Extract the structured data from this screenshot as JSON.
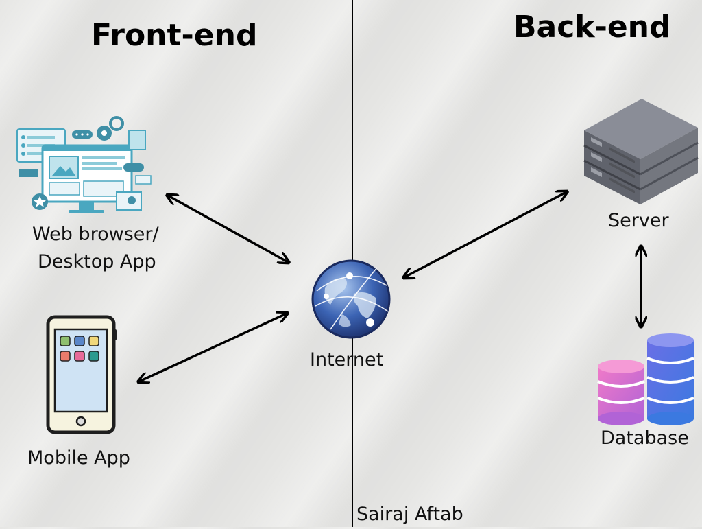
{
  "headings": {
    "frontend": "Front-end",
    "backend": "Back-end"
  },
  "labels": {
    "web_browser_line1": "Web browser/",
    "web_browser_line2": "Desktop App",
    "mobile_app": "Mobile App",
    "internet": "Internet",
    "server": "Server",
    "database": "Database",
    "author": "Sairaj Aftab"
  },
  "icons": {
    "web": "web-browser-illustration-icon",
    "mobile": "mobile-phone-icon",
    "internet": "globe-icon",
    "server": "server-rack-icon",
    "database": "database-stack-icon"
  },
  "colors": {
    "arrow": "#000000",
    "globe": "#3c64b4",
    "server": "#707380",
    "db_pink": "#e05fb7",
    "db_blue": "#4f6be3"
  }
}
